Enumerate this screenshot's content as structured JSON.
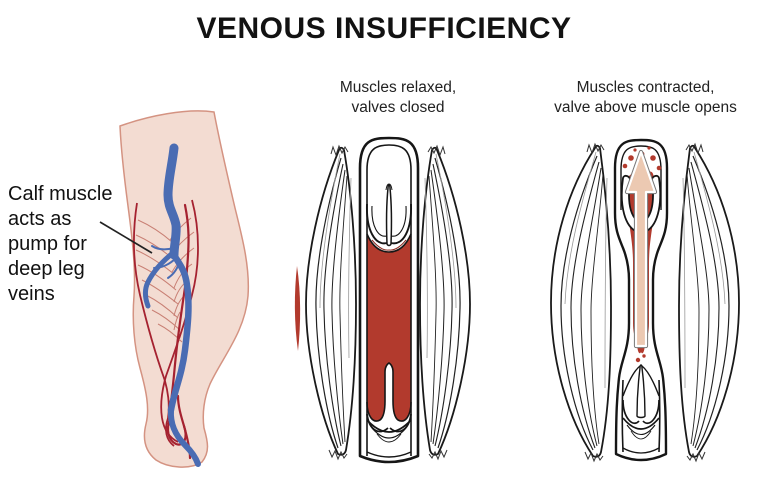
{
  "title": "VENOUS INSUFFICIENCY",
  "labels": {
    "leg_caption": "Calf muscle acts as pump for deep leg veins",
    "relaxed_caption": "Muscles relaxed,\nvalves closed",
    "contracted_caption": "Muscles contracted,\nvalve above muscle opens"
  },
  "colors": {
    "blood_red": "#b23a2d",
    "blood_edge_red": "#8c2a20",
    "vein_blue": "#4a6cb3",
    "artery_red": "#a52230",
    "skin": "#f3dcd2",
    "skin_outline": "#d49382",
    "muscle_hatch": "#c4766a",
    "arrow_beige": "#ecc9b2",
    "outline_black": "#1a1a1a",
    "fiber_gray": "#999999",
    "text_dark": "#111111"
  }
}
